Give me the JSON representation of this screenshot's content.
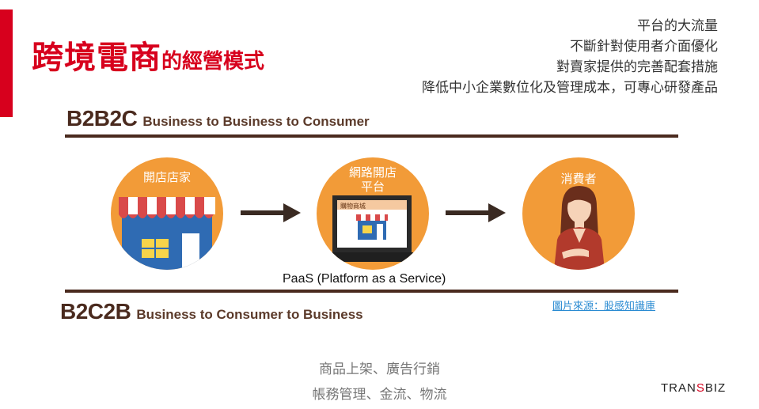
{
  "title": {
    "main": "跨境電商",
    "sub": "的經營模式"
  },
  "bullets": [
    "平台的大流量",
    "不斷針對使用者介面優化",
    "對賣家提供的完善配套措施",
    "降低中小企業數位化及管理成本，可專心研發產品"
  ],
  "b2b2c": {
    "code": "B2B2C",
    "full": "Business to Business to Consumer"
  },
  "b2c2b": {
    "code": "B2C2B",
    "full": "Business to Consumer to Business"
  },
  "flow": [
    {
      "label": "開店店家"
    },
    {
      "label_line1": "網路開店",
      "label_line2": "平台",
      "screen_text": "購物商城"
    },
    {
      "label": "消費者"
    }
  ],
  "paas": "PaaS (Platform as a Service)",
  "source_link": "圖片來源：股感知識庫",
  "footer": [
    "商品上架、廣告行銷",
    "帳務管理、金流、物流"
  ],
  "logo": {
    "part1": "TRAN",
    "part2": "S",
    "part3": "BIZ"
  },
  "colors": {
    "brand_red": "#d7001d",
    "circle_orange": "#f29b38",
    "dark_brown": "#4a2a1e",
    "link_blue": "#2a8bd2"
  }
}
